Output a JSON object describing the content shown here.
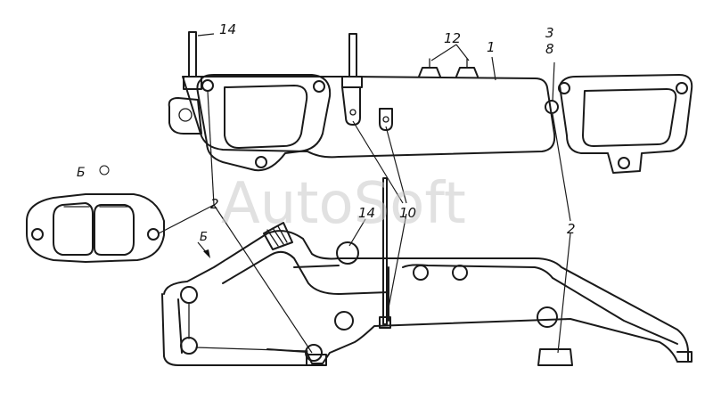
{
  "watermark": "AutoSoft",
  "view_label": "Б",
  "view_arrow_label": "Б",
  "callouts": {
    "c14_top": "14",
    "c12": "12",
    "c1": "1",
    "c3": "3",
    "c8": "8",
    "c2_left": "2",
    "c14_mid": "14",
    "c10": "10",
    "c2_right": "2"
  }
}
